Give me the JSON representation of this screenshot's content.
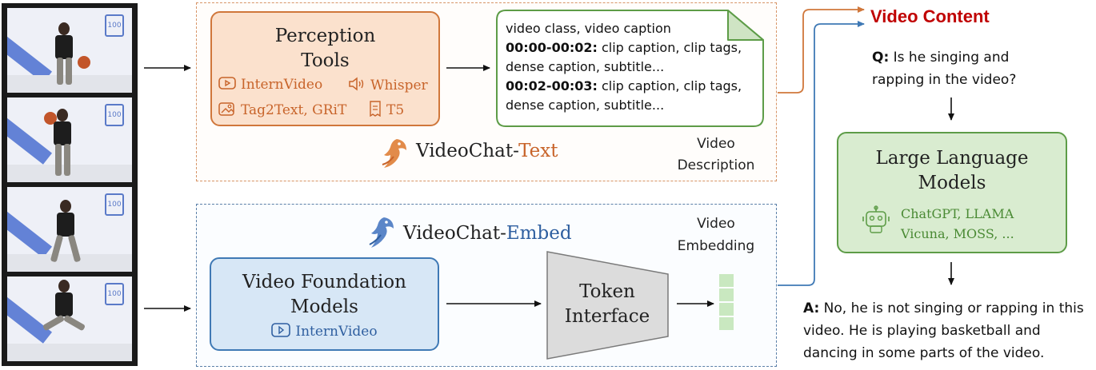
{
  "top_branch": {
    "perception_title": [
      "Perception",
      "Tools"
    ],
    "tools": [
      {
        "icon": "video-play-icon",
        "label": "InternVideo"
      },
      {
        "icon": "speaker-icon",
        "label": "Whisper"
      },
      {
        "icon": "image-icon",
        "label": "Tag2Text, GRiT"
      },
      {
        "icon": "document-icon",
        "label": "T5"
      }
    ],
    "description_lines": [
      {
        "bold": "",
        "text": "video class, video caption"
      },
      {
        "bold": "00:00-00:02:",
        "text": " clip caption, clip tags,"
      },
      {
        "bold": "",
        "text": "dense caption, subtitle..."
      },
      {
        "bold": "00:02-00:03:",
        "text": " clip caption, clip tags,"
      },
      {
        "bold": "",
        "text": "dense caption, subtitle..."
      }
    ],
    "description_label": [
      "Video",
      "Description"
    ],
    "brand_name": "VideoChat-",
    "brand_suffix": "Text"
  },
  "bottom_branch": {
    "brand_name": "VideoChat-",
    "brand_suffix": "Embed",
    "foundation_title": [
      "Video Foundation",
      "Models"
    ],
    "foundation_sub": "InternVideo",
    "token_title": [
      "Token",
      "Interface"
    ],
    "embedding_label": [
      "Video",
      "Embedding"
    ]
  },
  "right": {
    "content_title": "Video Content",
    "question_prefix": "Q:",
    "question_text": " Is he singing and rapping in the video?",
    "llm_title": [
      "Large Language",
      "Models"
    ],
    "llm_models": [
      "ChatGPT, LLAMA",
      "Vicuna, MOSS, ..."
    ],
    "answer_prefix": "A:",
    "answer_text": " No, he is not singing or rapping in this video. He is playing basketball and dancing in some parts of the video."
  },
  "colors": {
    "orange": "#d0773b",
    "blue": "#3f79b5",
    "green": "#5d9c47",
    "red_title": "#c00000"
  }
}
